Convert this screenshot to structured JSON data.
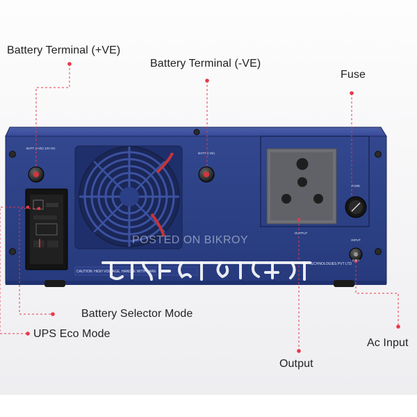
{
  "callouts": {
    "battery_terminal_pos": "Battery Terminal (+VE)",
    "battery_terminal_neg": "Battery Terminal (-VE)",
    "fuse": "Fuse",
    "battery_selector_mode": "Battery Selector Mode",
    "ups_eco_mode": "UPS Eco Mode",
    "ac_input": "Ac Input",
    "output": "Output"
  },
  "panel_text": {
    "batt_pos": "BATT. (+VE) 12V DC",
    "batt_neg": "BATT. (-VE)",
    "fuse": "FUSE",
    "input": "INPUT",
    "voltage": "230V",
    "output": "OUTPUT",
    "caution": "CAUTION: HIGH VOLTAGE, HANDLE WITH CARE",
    "maker": "TECHNOLOGIES PVT LTD"
  },
  "watermark": {
    "english": "POSTED ON BIKROY"
  },
  "colors": {
    "panel_blue": "#2c3f86",
    "callout_red": "#e8394a",
    "socket_gray": "#6e7075"
  }
}
